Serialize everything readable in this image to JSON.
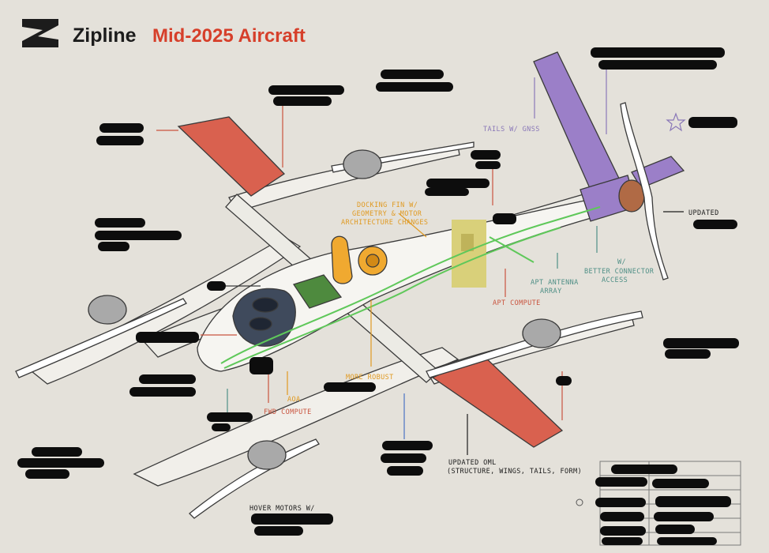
{
  "header": {
    "brand": "Zipline",
    "title": "Mid-2025 Aircraft"
  },
  "callouts": {
    "tails_gnss": "TAILS W/ GNSS",
    "docking_fin_1": "DOCKING FIN W/",
    "docking_fin_2": "GEOMETRY & MOTOR",
    "docking_fin_3": "ARCHITECTURE CHANGES",
    "updated": "UPDATED",
    "connector_1": "W/",
    "connector_2": "BETTER CONNECTOR",
    "connector_3": "ACCESS",
    "apt_antenna_1": "APT ANTENNA",
    "apt_antenna_2": "ARRAY",
    "apt_compute": "APT COMPUTE",
    "more_robust": "MORE ROBUST",
    "aoa": "AOA",
    "fwd_compute": "FWD COMPUTE",
    "oml_1": "UPDATED OML",
    "oml_2": "(STRUCTURE, WINGS, TAILS, FORM)",
    "hover_motors": "HOVER MOTORS W/"
  },
  "colors": {
    "background": "#e4e1da",
    "wing_red": "#d9614f",
    "tail_purple": "#9b7fc8",
    "docking_orange": "#f0a930",
    "battery_green": "#4e8a3e",
    "wiring_green": "#5fc85a",
    "label_purple": "#8a78b8",
    "label_orange": "#e09a22",
    "label_red": "#c9543f",
    "label_teal": "#4f8f86",
    "title_red": "#d63f2a"
  }
}
